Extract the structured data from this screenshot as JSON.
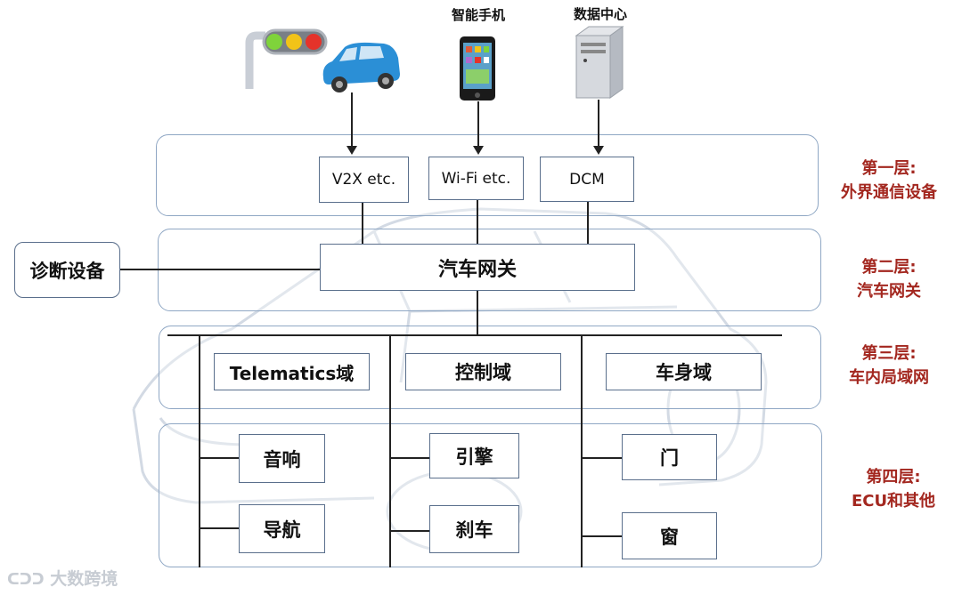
{
  "devices": {
    "phone_label": "智能手机",
    "datacenter_label": "数据中心"
  },
  "layer1": {
    "v2x": "V2X etc.",
    "wifi": "Wi-Fi etc.",
    "dcm": "DCM"
  },
  "diagnostic": "诊断设备",
  "gateway": "汽车网关",
  "domains": {
    "telematics": "Telematics域",
    "control": "控制域",
    "body": "车身域"
  },
  "ecus": {
    "audio": "音响",
    "nav": "导航",
    "engine": "引擎",
    "brake": "刹车",
    "door": "门",
    "window": "窗"
  },
  "layer_labels": [
    {
      "title": "第一层:",
      "desc": "外界通信设备"
    },
    {
      "title": "第二层:",
      "desc": "汽车网关"
    },
    {
      "title": "第三层:",
      "desc": "车内局域网"
    },
    {
      "title": "第四层:",
      "desc": "ECU和其他"
    }
  ],
  "watermark": "大数跨境",
  "colors": {
    "layer_border": "#8fa7c4",
    "label_red": "#a3271f",
    "car_blue": "#2b8fd6"
  },
  "icons": [
    "traffic-light-icon",
    "car-icon",
    "smartphone-icon",
    "server-icon"
  ]
}
